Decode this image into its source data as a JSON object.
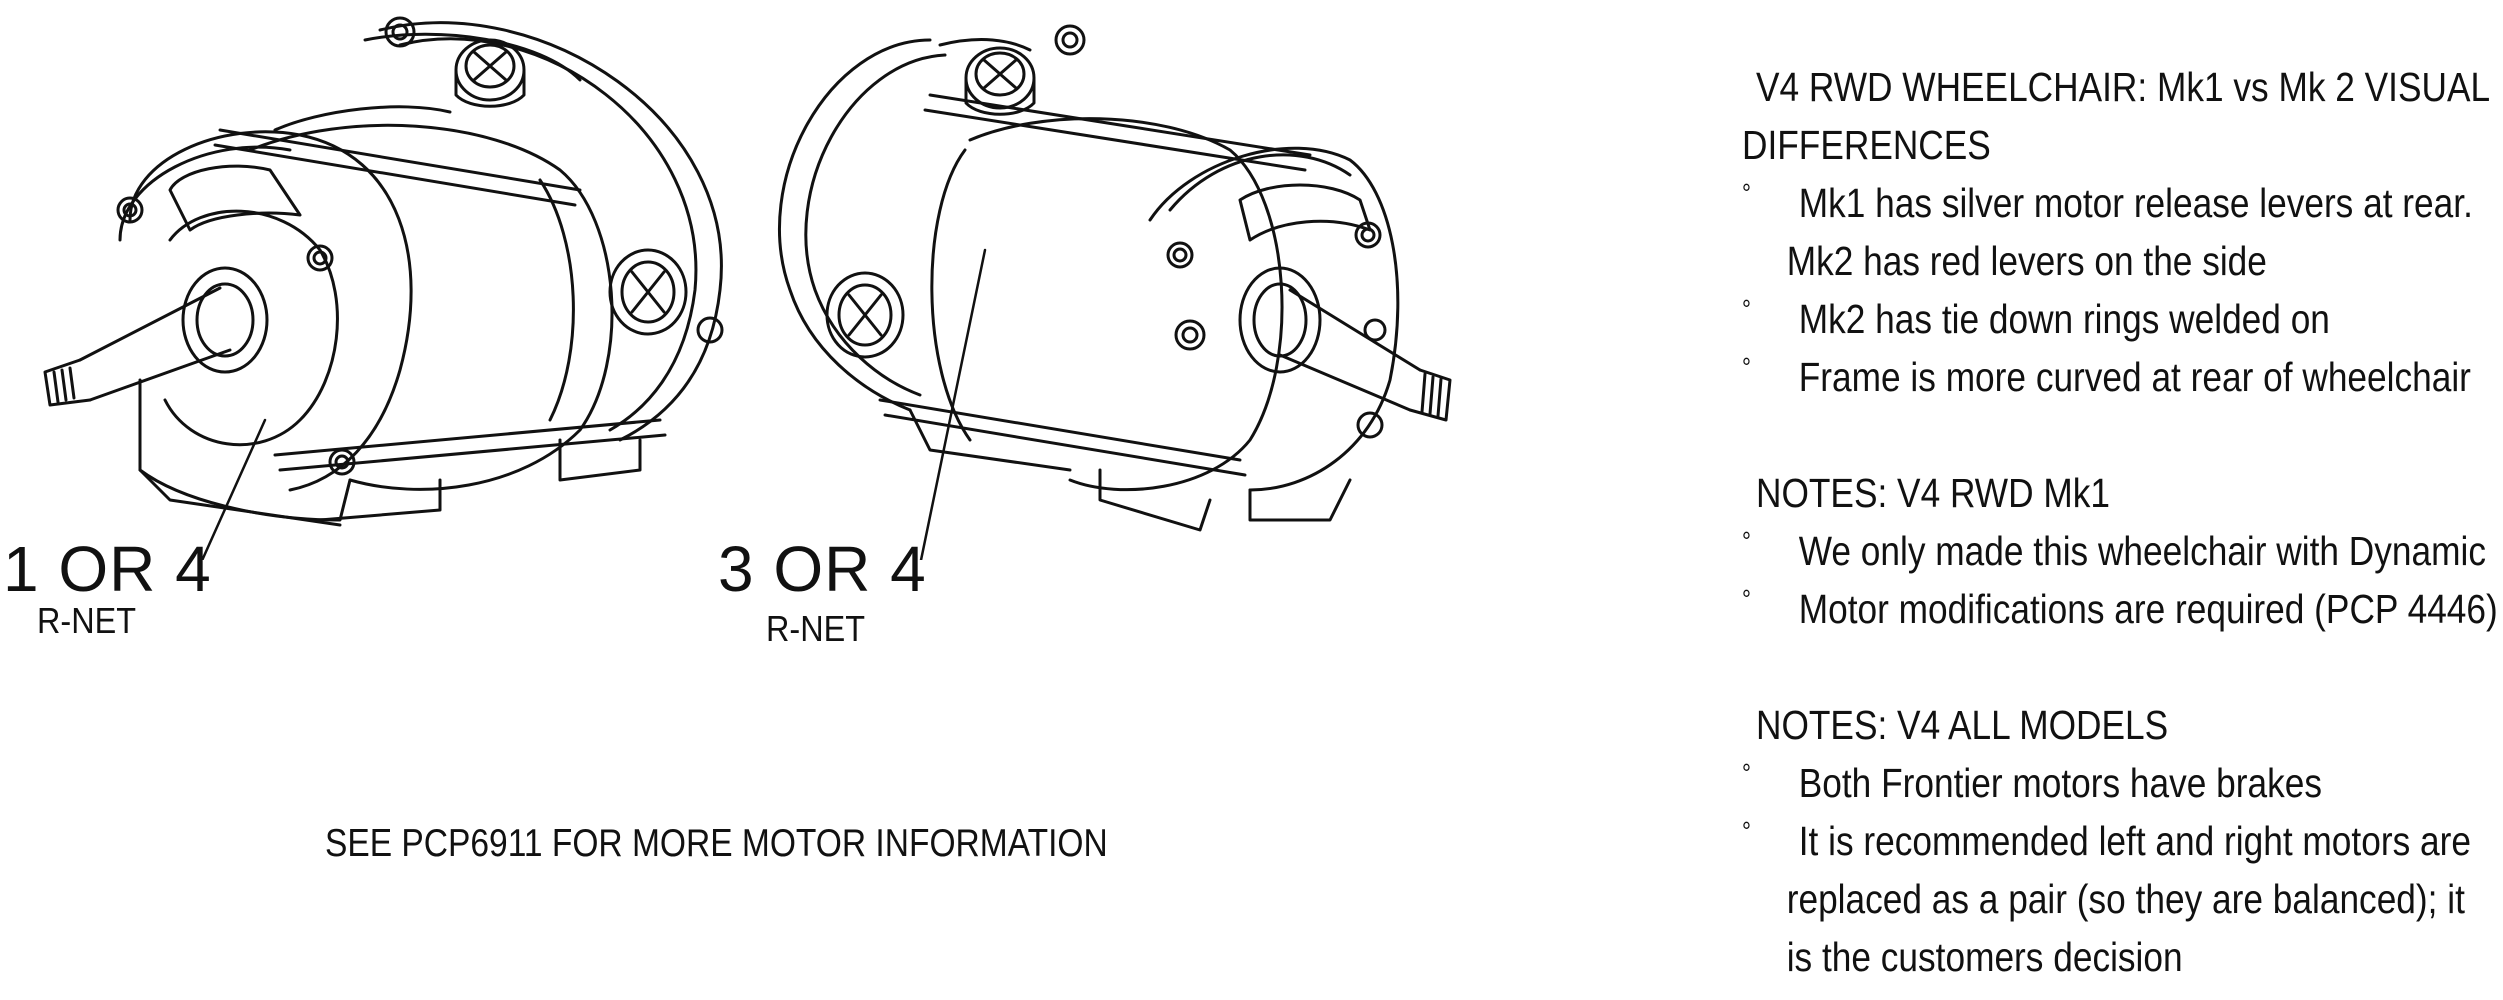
{
  "diagram": {
    "left_motor": {
      "label": "1 OR 4",
      "sublabel": "R-NET"
    },
    "right_motor": {
      "label": "3 OR 4",
      "sublabel": "R-NET"
    },
    "reference_note": "SEE PCP6911 FOR MORE MOTOR INFORMATION"
  },
  "notes": {
    "section1": {
      "title_line1": "V4 RWD WHEELCHAIR: Mk1 vs Mk 2 VISUAL",
      "title_line2": "DIFFERENCES",
      "bullet_symbol": "°",
      "items": [
        {
          "line1": "Mk1 has silver motor release levers at rear.",
          "line2": "Mk2 has red levers on the side"
        },
        {
          "line1": "Mk2 has tie down rings welded on"
        },
        {
          "line1": "Frame is more curved at rear of wheelchair"
        }
      ]
    },
    "section2": {
      "title": "NOTES: V4 RWD Mk1",
      "items": [
        {
          "line1": "We only made this wheelchair with Dynamic"
        },
        {
          "line1": "Motor modifications are required (PCP 4446)"
        }
      ]
    },
    "section3": {
      "title": "NOTES: V4 ALL MODELS",
      "items": [
        {
          "line1": "Both Frontier motors have brakes"
        },
        {
          "line1": "It is recommended left and right motors are",
          "line2": "replaced as a pair (so they are balanced); it",
          "line3": "is the customers decision"
        }
      ]
    }
  }
}
